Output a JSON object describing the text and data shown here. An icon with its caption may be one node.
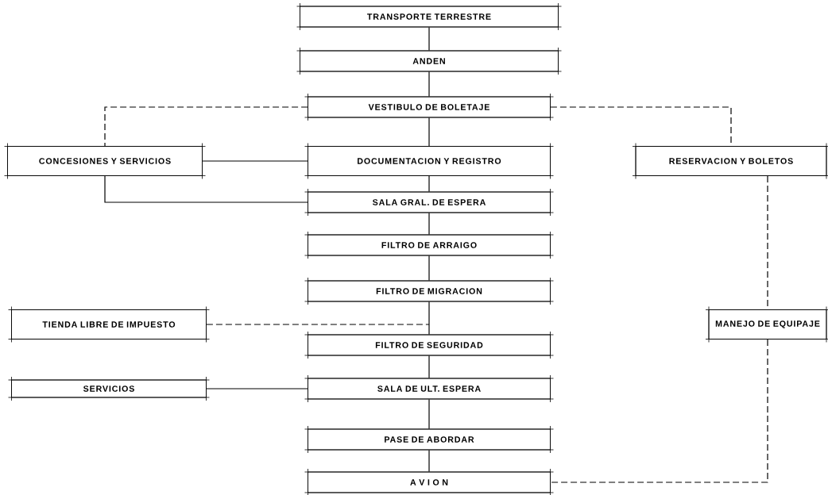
{
  "diagram": {
    "nodes": [
      {
        "text": [
          "TRANSPORTE TERRESTRE"
        ]
      },
      {
        "text": [
          "ANDEN"
        ]
      },
      {
        "text": [
          "VESTIBULO DE BOLETAJE"
        ]
      },
      {
        "text": [
          "CONCESIONES Y SERVICIOS"
        ]
      },
      {
        "text": [
          "DOCUMENTACION Y REGISTRO"
        ]
      },
      {
        "text": [
          "RESERVACION Y BOLETOS"
        ]
      },
      {
        "text": [
          "SALA GRAL. DE ESPERA"
        ]
      },
      {
        "text": [
          "FILTRO DE ARRAIGO"
        ]
      },
      {
        "text": [
          "FILTRO DE MIGRACION"
        ]
      },
      {
        "text": [
          "TIENDA LIBRE DE IMPUESTO"
        ]
      },
      {
        "text": [
          "MANEJO DE EQUIPAJE"
        ]
      },
      {
        "text": [
          "FILTRO DE SEGURIDAD"
        ]
      },
      {
        "text": [
          "SERVICIOS"
        ]
      },
      {
        "text": [
          "SALA DE ULT. ESPERA"
        ]
      },
      {
        "text": [
          "PASE DE ABORDAR"
        ]
      },
      {
        "text": [
          "A V I O N"
        ]
      }
    ],
    "edges": [
      {
        "from": 0,
        "to": 1,
        "arrow": "none"
      },
      {
        "from": 1,
        "to": 2,
        "arrow": "none"
      },
      {
        "from": 2,
        "to": 3,
        "arrow": "none",
        "style": "dashed"
      },
      {
        "from": 2,
        "to": 5,
        "arrow": "none",
        "style": "dashed"
      },
      {
        "from": 2,
        "to": 4,
        "arrow": "none"
      },
      {
        "from": 3,
        "to": 4,
        "arrow": "none"
      },
      {
        "from": 3,
        "to": 6,
        "arrow": "none"
      },
      {
        "from": 4,
        "to": 6,
        "arrow": "none"
      },
      {
        "from": 6,
        "to": 7,
        "arrow": "none"
      },
      {
        "from": 7,
        "to": 8,
        "arrow": "none"
      },
      {
        "from": 9,
        "to": 11,
        "arrow": "none",
        "style": "dashed"
      },
      {
        "from": 8,
        "to": 11,
        "arrow": "none"
      },
      {
        "from": 11,
        "to": 13,
        "arrow": "none"
      },
      {
        "from": 12,
        "to": 13,
        "arrow": "none"
      },
      {
        "from": 13,
        "to": 14,
        "arrow": "none"
      },
      {
        "from": 14,
        "to": 15,
        "arrow": "none"
      },
      {
        "from": 5,
        "to": 10,
        "arrow": "none",
        "style": "dashed"
      },
      {
        "from": 10,
        "to": 15,
        "arrow": "none",
        "style": "dashed"
      }
    ]
  }
}
